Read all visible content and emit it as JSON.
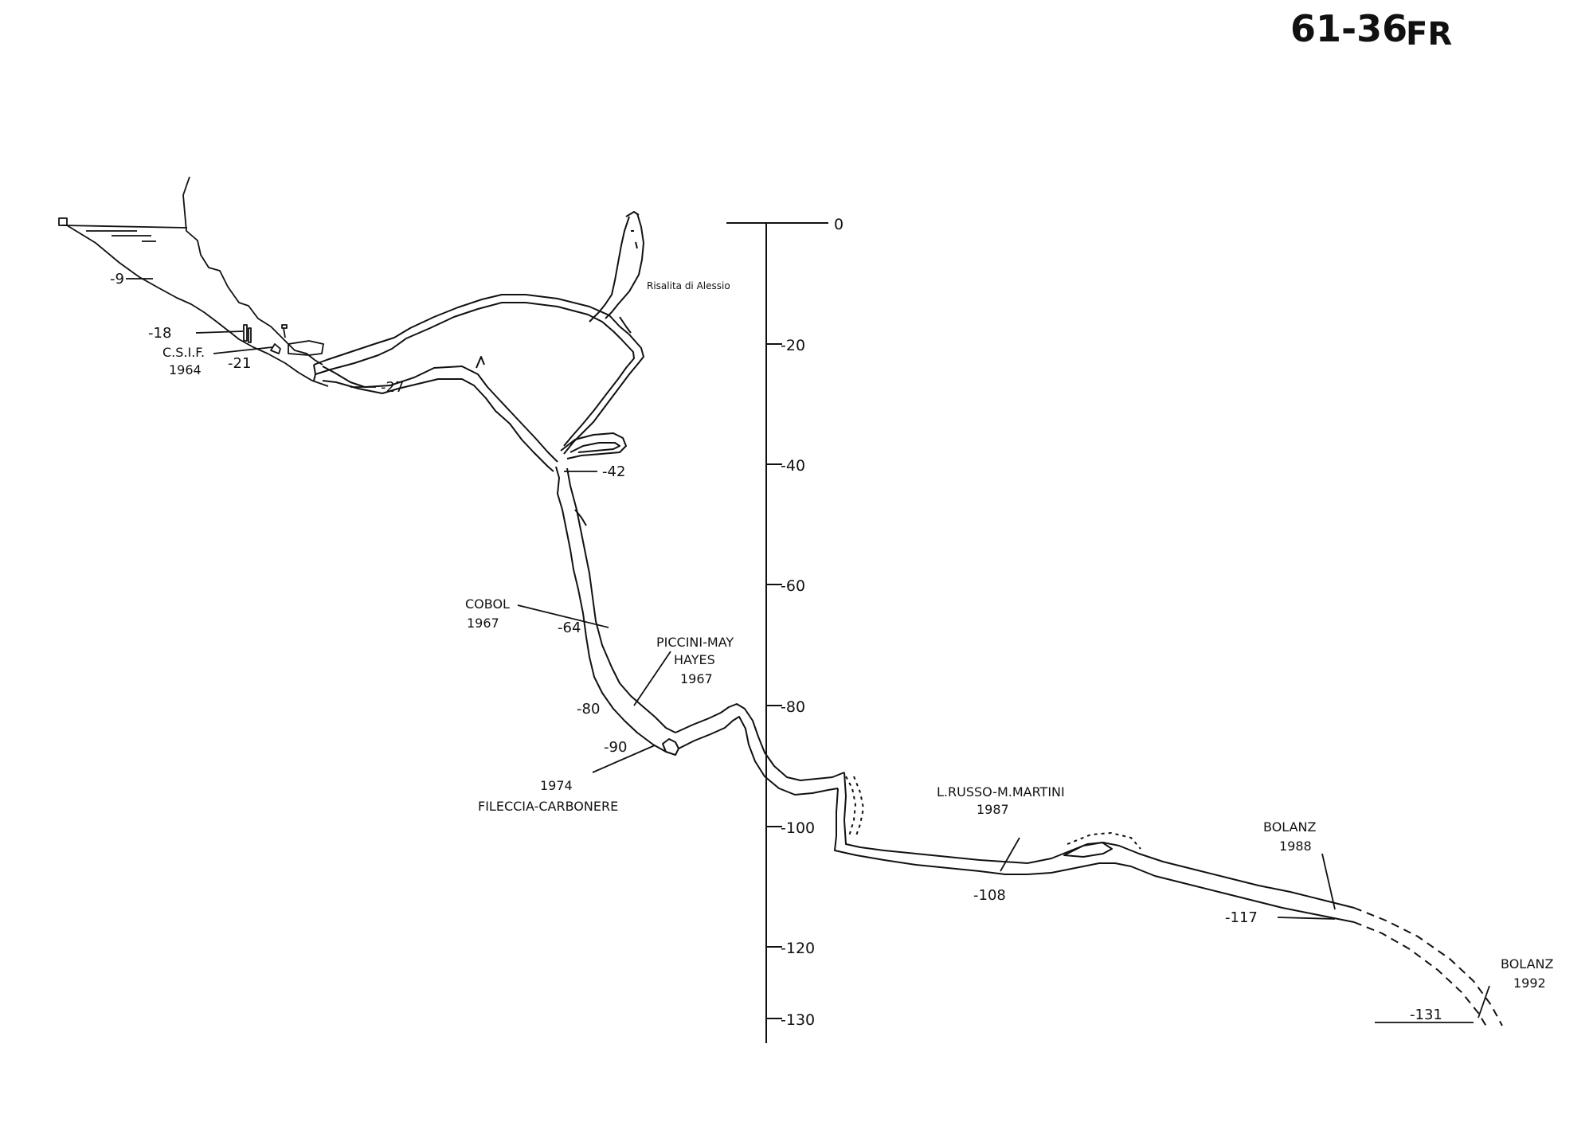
{
  "title": {
    "main": "61-36",
    "suffix": "FR"
  },
  "depth_scale": {
    "ticks": [
      "0",
      "-20",
      "-40",
      "-60",
      "-80",
      "-100",
      "-120",
      "-130"
    ]
  },
  "depth_labels": {
    "d9": "-9",
    "d18": "-18",
    "d21": "-21",
    "d27": "-27",
    "d42": "-42",
    "d64": "-64",
    "d80": "-80",
    "d90": "-90",
    "d108": "-108",
    "d117": "-117",
    "d131": "-131"
  },
  "feature_labels": {
    "risalita": "Risalita di Alessio"
  },
  "explorations": {
    "csif": {
      "name": "C.S.I.F.",
      "year": "1964"
    },
    "cobol": {
      "name": "COBOL",
      "year": "1967"
    },
    "piccini": {
      "name1": "PICCINI-MAY",
      "name2": "HAYES",
      "year": "1967"
    },
    "fileccia": {
      "year": "1974",
      "name": "FILECCIA-CARBONERE"
    },
    "russo": {
      "name": "L.RUSSO-M.MARTINI",
      "year": "1987"
    },
    "bolanz88": {
      "name": "BOLANZ",
      "year": "1988"
    },
    "bolanz92": {
      "name": "BOLANZ",
      "year": "1992"
    }
  }
}
